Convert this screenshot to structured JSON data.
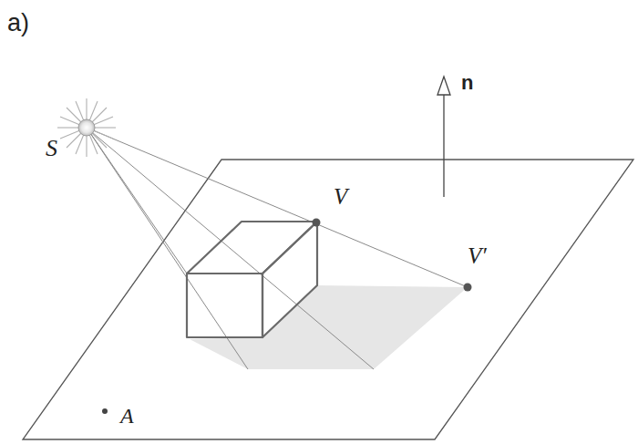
{
  "diagram": {
    "labels": [
      "a)",
      "S",
      "n",
      "V",
      "V′",
      "A"
    ]
  }
}
